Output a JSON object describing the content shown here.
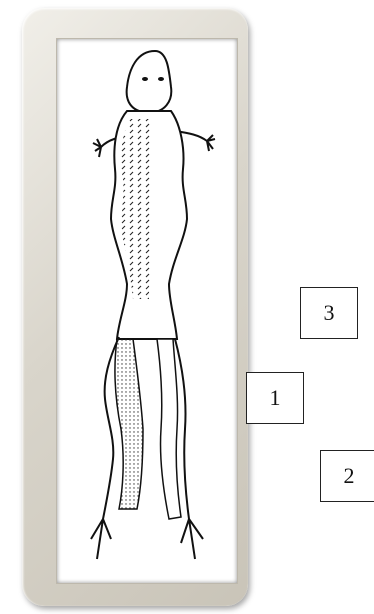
{
  "labels": {
    "label1": "1",
    "label2": "2",
    "label3": "3"
  },
  "figure": {
    "icon": "lizard-dorsal-view-drawing"
  }
}
